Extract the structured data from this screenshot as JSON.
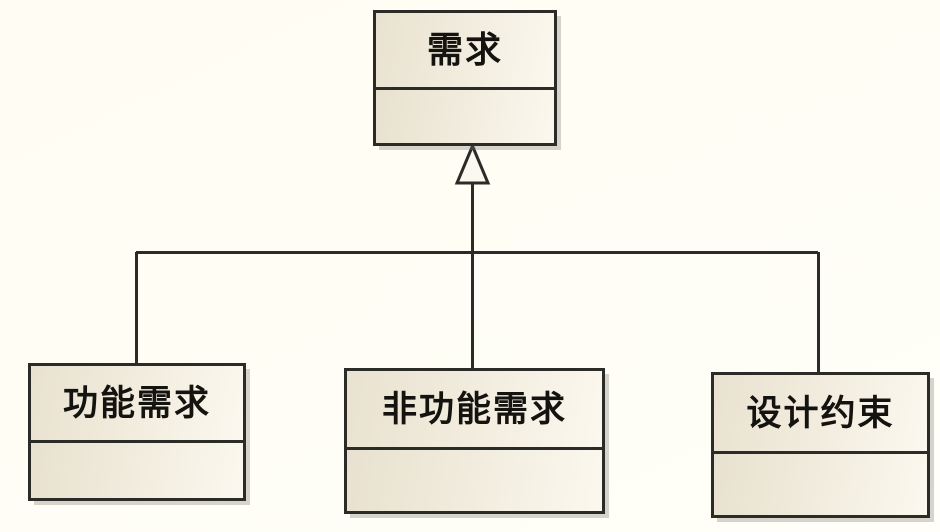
{
  "diagram": {
    "type": "uml-class-diagram",
    "title": "",
    "relationship": "generalization",
    "colors": {
      "background": "#fffdf3",
      "box_fill_light": "#faf6ec",
      "box_fill_dark": "#e6dfcd",
      "border": "#2b2b28",
      "line": "#2b2b28",
      "text": "#14130f"
    },
    "classes": [
      {
        "id": "requirement",
        "name": "需求",
        "role": "superclass",
        "attributes": ""
      },
      {
        "id": "functional-requirement",
        "name": "功能需求",
        "role": "subclass",
        "attributes": ""
      },
      {
        "id": "nonfunctional-requirement",
        "name": "非功能需求",
        "role": "subclass",
        "attributes": ""
      },
      {
        "id": "design-constraint",
        "name": "设计约束",
        "role": "subclass",
        "attributes": ""
      }
    ],
    "edges": [
      {
        "from": "functional-requirement",
        "to": "requirement",
        "kind": "generalization"
      },
      {
        "from": "nonfunctional-requirement",
        "to": "requirement",
        "kind": "generalization"
      },
      {
        "from": "design-constraint",
        "to": "requirement",
        "kind": "generalization"
      }
    ]
  }
}
